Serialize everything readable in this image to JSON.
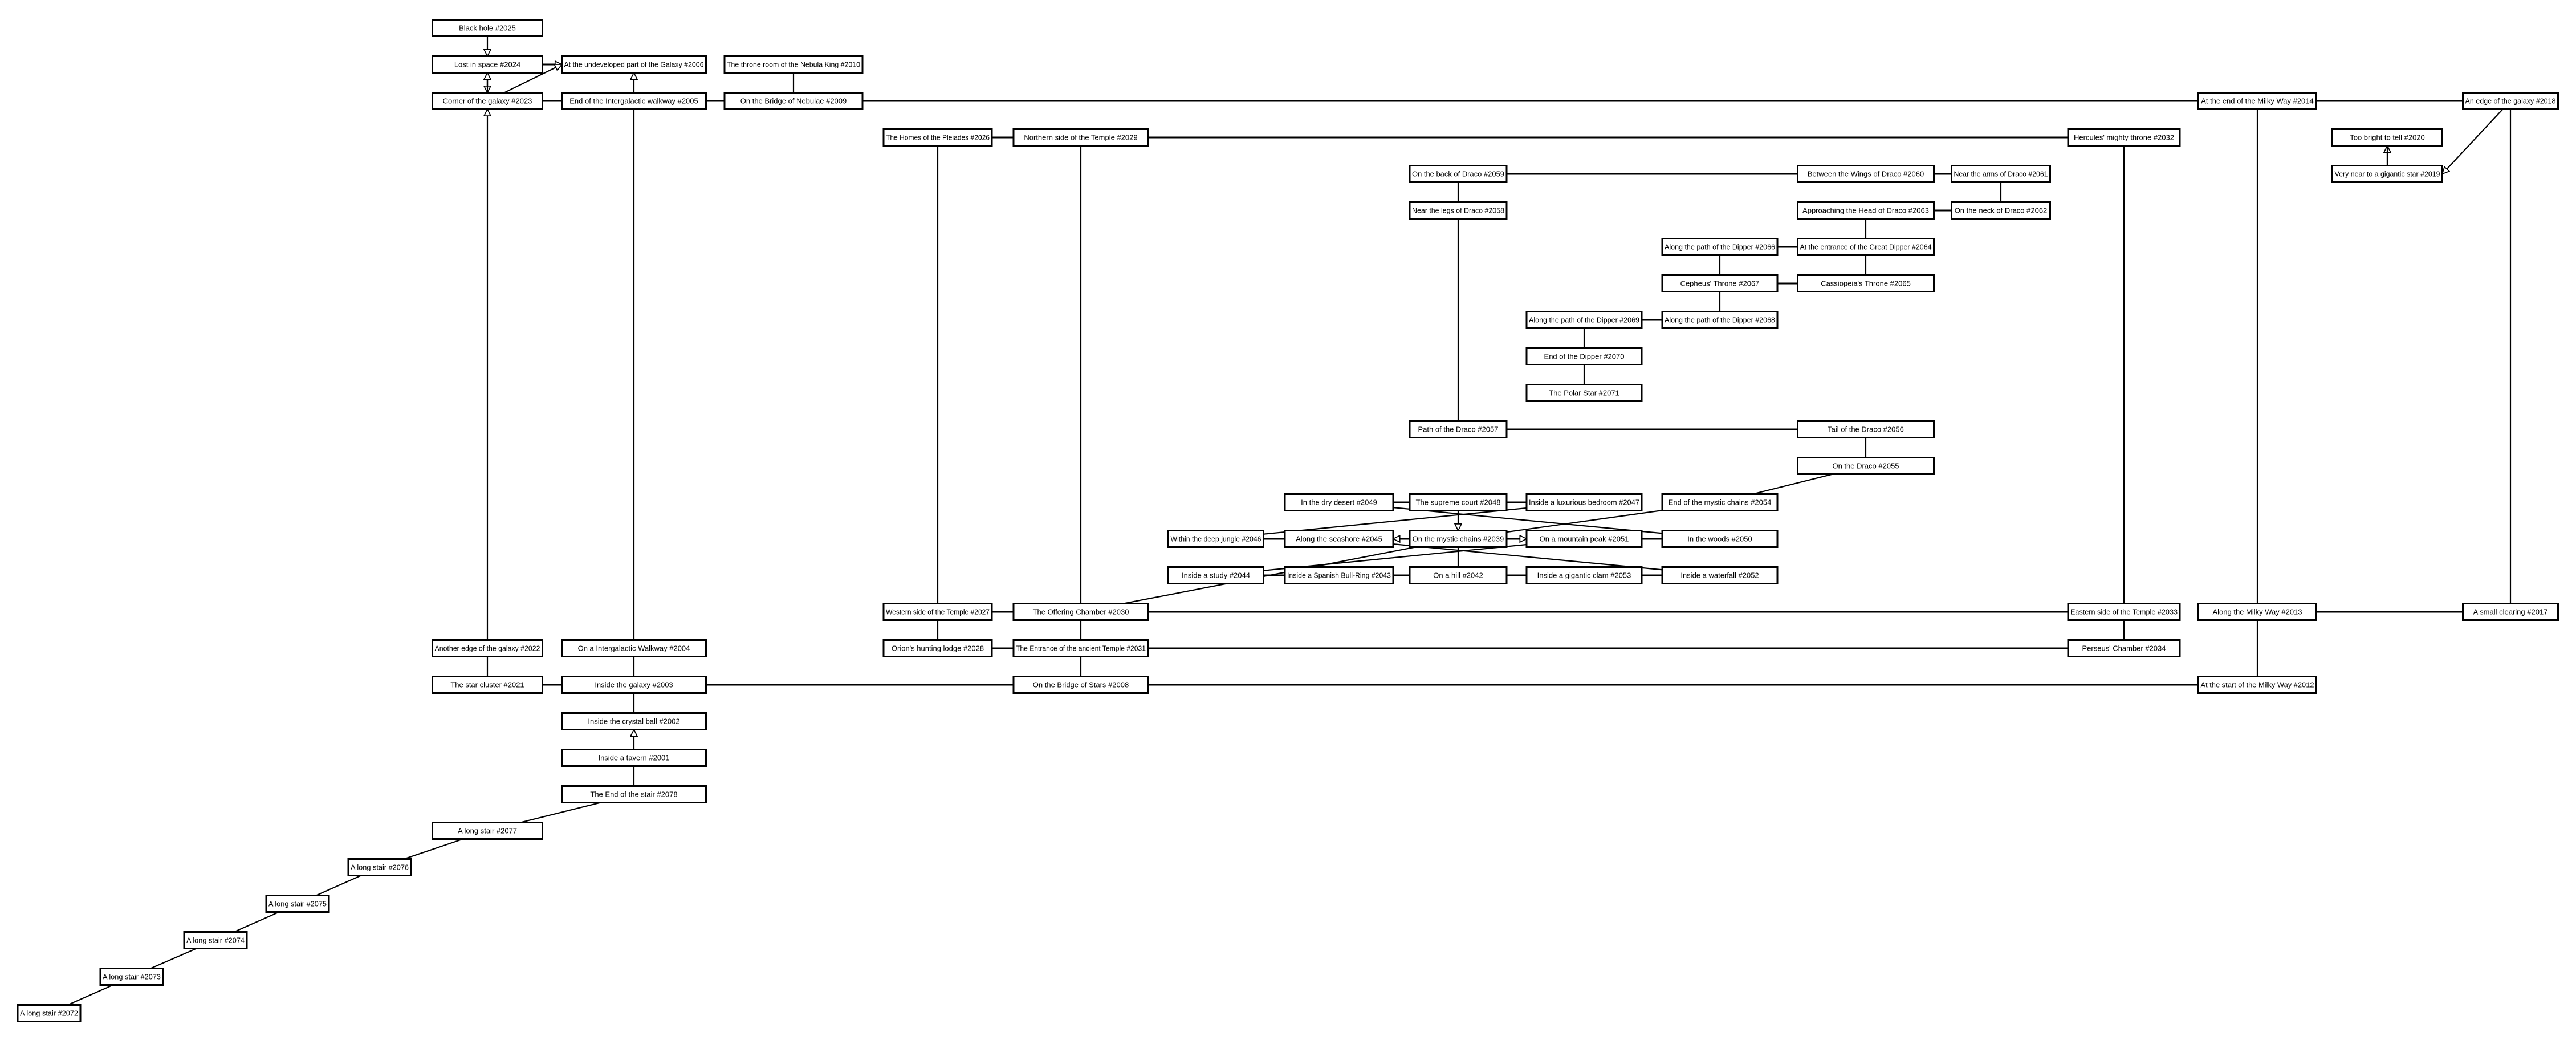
{
  "diagram": {
    "type": "room-map",
    "rooms": {
      "2001": "Inside a tavern #2001",
      "2002": "Inside the crystal ball #2002",
      "2003": "Inside the galaxy #2003",
      "2004": "On a Intergalactic Walkway #2004",
      "2005": "End of the Intergalactic walkway #2005",
      "2006": "At the undeveloped part of the Galaxy #2006",
      "2008": "On the Bridge of Stars #2008",
      "2009": "On the Bridge of Nebulae #2009",
      "2010": "The throne room of the Nebula King #2010",
      "2012": "At the start of the Milky Way #2012",
      "2013": "Along the Milky Way #2013",
      "2014": "At the end of the Milky Way #2014",
      "2017": "A small clearing #2017",
      "2018": "An edge of the galaxy #2018",
      "2019": "Very near to a gigantic star #2019",
      "2020": "Too bright to tell #2020",
      "2021": "The star cluster #2021",
      "2022": "Another edge of the galaxy #2022",
      "2023": "Corner of the galaxy #2023",
      "2024": "Lost in space #2024",
      "2025": "Black hole #2025",
      "2026": "The Homes of the Pleiades #2026",
      "2027": "Western side of the Temple #2027",
      "2028": "Orion's hunting lodge #2028",
      "2029": "Northern side of the Temple #2029",
      "2030": "The Offering Chamber #2030",
      "2031": "The Entrance of the ancient Temple #2031",
      "2032": "Hercules' mighty throne #2032",
      "2033": "Eastern side of the Temple #2033",
      "2034": "Perseus' Chamber #2034",
      "2039": "On the mystic chains #2039",
      "2042": "On a hill #2042",
      "2043": "Inside a Spanish Bull-Ring #2043",
      "2044": "Inside a study #2044",
      "2045": "Along the seashore #2045",
      "2046": "Within the deep jungle #2046",
      "2047": "Inside a luxurious bedroom #2047",
      "2048": "The supreme court #2048",
      "2049": "In the dry desert #2049",
      "2050": "In the woods #2050",
      "2051": "On a mountain peak #2051",
      "2052": "Inside a waterfall #2052",
      "2053": "Inside a gigantic clam #2053",
      "2054": "End of the mystic chains #2054",
      "2055": "On the Draco #2055",
      "2056": "Tail of the Draco #2056",
      "2057": "Path of the Draco #2057",
      "2058": "Near the legs of Draco #2058",
      "2059": "On the back of Draco #2059",
      "2060": "Between the Wings of Draco #2060",
      "2061": "Near the arms of Draco #2061",
      "2062": "On the neck of Draco #2062",
      "2063": "Approaching the Head of Draco #2063",
      "2064": "At the entrance of the Great Dipper #2064",
      "2065": "Cassiopeia's Throne #2065",
      "2066": "Along the path of the Dipper #2066",
      "2067": "Cepheus' Throne #2067",
      "2068": "Along the path of the Dipper #2068",
      "2069": "Along the path of the Dipper #2069",
      "2070": "End of the Dipper #2070",
      "2071": "The Polar Star #2071",
      "2072": "A long stair #2072",
      "2073": "A long stair #2073",
      "2074": "A long stair #2074",
      "2075": "A long stair #2075",
      "2076": "A long stair #2076",
      "2077": "A long stair #2077",
      "2078": "The End of the stair #2078"
    },
    "connections": [
      [
        "2072",
        "2073",
        false
      ],
      [
        "2073",
        "2074",
        false
      ],
      [
        "2074",
        "2075",
        false
      ],
      [
        "2075",
        "2076",
        false
      ],
      [
        "2076",
        "2077",
        false
      ],
      [
        "2077",
        "2078",
        false
      ],
      [
        "2078",
        "2001",
        false
      ],
      [
        "2001",
        "2002",
        true
      ],
      [
        "2002",
        "2003",
        false
      ],
      [
        "2003",
        "2004",
        false
      ],
      [
        "2004",
        "2005",
        false
      ],
      [
        "2005",
        "2006",
        true
      ],
      [
        "2003",
        "2021",
        false
      ],
      [
        "2021",
        "2022",
        false
      ],
      [
        "2022",
        "2023",
        true
      ],
      [
        "2023",
        "2005",
        false
      ],
      [
        "2023",
        "2024",
        false
      ],
      [
        "2025",
        "2024",
        true
      ],
      [
        "2024",
        "2006",
        true
      ],
      [
        "2023",
        "2006",
        true
      ],
      [
        "2024",
        "2023",
        true
      ],
      [
        "2023",
        "2024",
        true
      ],
      [
        "2005",
        "2009",
        false
      ],
      [
        "2010",
        "2009",
        false
      ],
      [
        "2009",
        "2014",
        false
      ],
      [
        "2014",
        "2018",
        false
      ],
      [
        "2014",
        "2013",
        false
      ],
      [
        "2013",
        "2012",
        false
      ],
      [
        "2013",
        "2017",
        false
      ],
      [
        "2017",
        "2018",
        false
      ],
      [
        "2018",
        "2019",
        true
      ],
      [
        "2019",
        "2020",
        true
      ],
      [
        "2020",
        "2019",
        false
      ],
      [
        "2003",
        "2008",
        false
      ],
      [
        "2008",
        "2012",
        false
      ],
      [
        "2008",
        "2031",
        false
      ],
      [
        "2031",
        "2030",
        false
      ],
      [
        "2031",
        "2034",
        false
      ],
      [
        "2028",
        "2031",
        false
      ],
      [
        "2028",
        "2027",
        false
      ],
      [
        "2027",
        "2030",
        false
      ],
      [
        "2030",
        "2033",
        false
      ],
      [
        "2027",
        "2026",
        false
      ],
      [
        "2030",
        "2029",
        false
      ],
      [
        "2026",
        "2029",
        false
      ],
      [
        "2029",
        "2032",
        false
      ],
      [
        "2032",
        "2033",
        false
      ],
      [
        "2033",
        "2034",
        false
      ],
      [
        "2030",
        "2039",
        false
      ],
      [
        "2049",
        "2048",
        false
      ],
      [
        "2048",
        "2047",
        false
      ],
      [
        "2048",
        "2039",
        true
      ],
      [
        "2046",
        "2045",
        false
      ],
      [
        "2039",
        "2045",
        true
      ],
      [
        "2039",
        "2051",
        true
      ],
      [
        "2051",
        "2050",
        false
      ],
      [
        "2039",
        "2042",
        false
      ],
      [
        "2044",
        "2043",
        false
      ],
      [
        "2043",
        "2042",
        false
      ],
      [
        "2042",
        "2053",
        false
      ],
      [
        "2053",
        "2052",
        false
      ],
      [
        "2049",
        "2050",
        false
      ],
      [
        "2046",
        "2047",
        false
      ],
      [
        "2045",
        "2052",
        false
      ],
      [
        "2044",
        "2051",
        false
      ],
      [
        "2054",
        "2039",
        false
      ],
      [
        "2054",
        "2055",
        false
      ],
      [
        "2055",
        "2056",
        false
      ],
      [
        "2056",
        "2057",
        false
      ],
      [
        "2057",
        "2058",
        false
      ],
      [
        "2058",
        "2059",
        false
      ],
      [
        "2059",
        "2060",
        false
      ],
      [
        "2060",
        "2061",
        false
      ],
      [
        "2061",
        "2062",
        false
      ],
      [
        "2062",
        "2063",
        false
      ],
      [
        "2063",
        "2064",
        false
      ],
      [
        "2064",
        "2066",
        false
      ],
      [
        "2064",
        "2065",
        false
      ],
      [
        "2066",
        "2067",
        false
      ],
      [
        "2067",
        "2065",
        false
      ],
      [
        "2067",
        "2068",
        false
      ],
      [
        "2068",
        "2069",
        false
      ],
      [
        "2069",
        "2070",
        false
      ],
      [
        "2070",
        "2071",
        false
      ]
    ]
  }
}
